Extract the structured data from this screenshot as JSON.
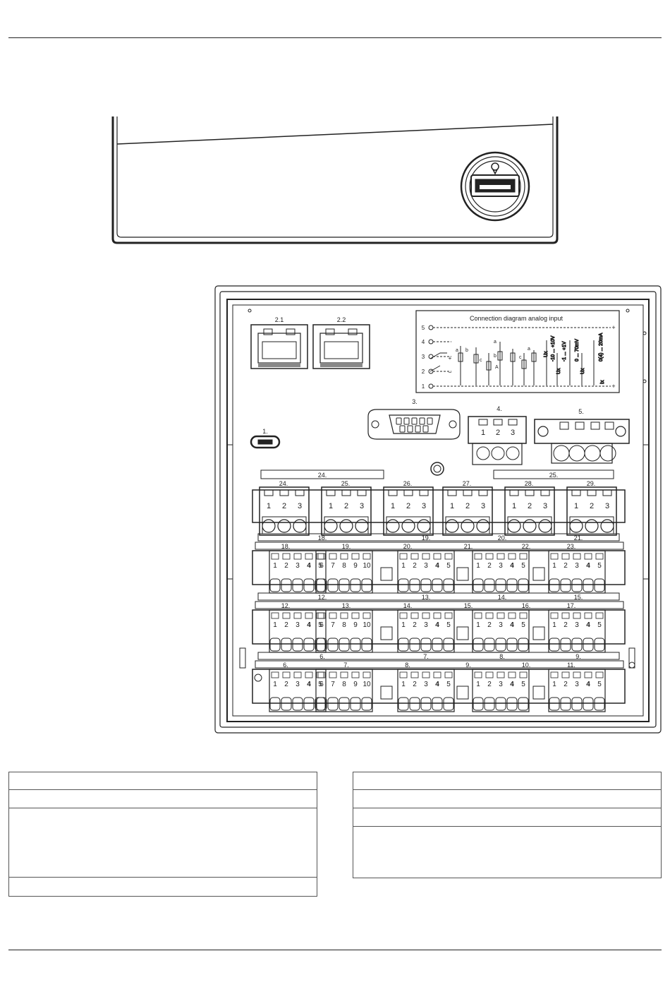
{
  "diagram": {
    "analog_panel": {
      "title": "Connection diagram analog input",
      "pin_labels": [
        "5",
        "4",
        "3",
        "2",
        "1"
      ],
      "sign_plus": "+",
      "sign_minus": "−",
      "resistor_labels": [
        "a",
        "b",
        "c",
        "a",
        "b",
        "c",
        "a",
        "A"
      ],
      "range_labels": [
        "-10 ... +10V",
        "-1 ... +1V",
        "0 ... 70mV",
        "0(4) ... 20mA"
      ],
      "ux_labels": [
        "Ux",
        "Ux",
        "Ux",
        "Ix"
      ]
    },
    "ports": {
      "eth_left": "2.1",
      "eth_right": "2.2",
      "sub_d": "3.",
      "usb": "1.",
      "connector_4": "4.",
      "connector_5": "5.",
      "conn4_pins": [
        "1",
        "2",
        "3"
      ]
    },
    "relay_row": {
      "group_labels": [
        "24.",
        "25."
      ],
      "blocks": [
        {
          "label": "24.",
          "pins": [
            "1",
            "2",
            "3"
          ]
        },
        {
          "label": "25.",
          "pins": [
            "1",
            "2",
            "3"
          ]
        },
        {
          "label": "26.",
          "pins": [
            "1",
            "2",
            "3"
          ]
        },
        {
          "label": "27.",
          "pins": [
            "1",
            "2",
            "3"
          ]
        },
        {
          "label": "28.",
          "pins": [
            "1",
            "2",
            "3"
          ]
        },
        {
          "label": "29.",
          "pins": [
            "1",
            "2",
            "3"
          ]
        }
      ]
    },
    "terminal_rows": [
      {
        "top_labels": [
          "18.",
          "19.",
          "20.",
          "21."
        ],
        "blocks": [
          {
            "label": "18.",
            "pins": [
              "1",
              "2",
              "3",
              "4",
              "5"
            ]
          },
          {
            "label": "19.",
            "pins": [
              "6",
              "7",
              "8",
              "9",
              "10"
            ]
          },
          {
            "label": "20.",
            "pins": [
              "1",
              "2",
              "3",
              "4",
              "5"
            ]
          },
          {
            "label": "21.",
            "pins": []
          },
          {
            "label": "22.",
            "pins": [
              "1",
              "2",
              "3",
              "4",
              "5"
            ]
          },
          {
            "label": "23.",
            "pins": [
              "1",
              "2",
              "3",
              "4",
              "5"
            ]
          }
        ]
      },
      {
        "top_labels": [
          "12.",
          "13.",
          "14.",
          "15."
        ],
        "blocks": [
          {
            "label": "12.",
            "pins": [
              "1",
              "2",
              "3",
              "4",
              "5"
            ]
          },
          {
            "label": "13.",
            "pins": [
              "6",
              "7",
              "8",
              "9",
              "10"
            ]
          },
          {
            "label": "14.",
            "pins": [
              "1",
              "2",
              "3",
              "4",
              "5"
            ]
          },
          {
            "label": "15.",
            "pins": []
          },
          {
            "label": "16.",
            "pins": [
              "1",
              "2",
              "3",
              "4",
              "5"
            ]
          },
          {
            "label": "17.",
            "pins": [
              "1",
              "2",
              "3",
              "4",
              "5"
            ]
          }
        ]
      },
      {
        "top_labels": [
          "6.",
          "7.",
          "8.",
          "9."
        ],
        "blocks": [
          {
            "label": "6.",
            "pins": [
              "1",
              "2",
              "3",
              "4",
              "5"
            ]
          },
          {
            "label": "7.",
            "pins": [
              "6",
              "7",
              "8",
              "9",
              "10"
            ]
          },
          {
            "label": "8.",
            "pins": [
              "1",
              "2",
              "3",
              "4",
              "5"
            ]
          },
          {
            "label": "9.",
            "pins": []
          },
          {
            "label": "10.",
            "pins": [
              "1",
              "2",
              "3",
              "4",
              "5"
            ]
          },
          {
            "label": "11.",
            "pins": [
              "1",
              "2",
              "3",
              "4",
              "5"
            ]
          }
        ]
      }
    ]
  }
}
